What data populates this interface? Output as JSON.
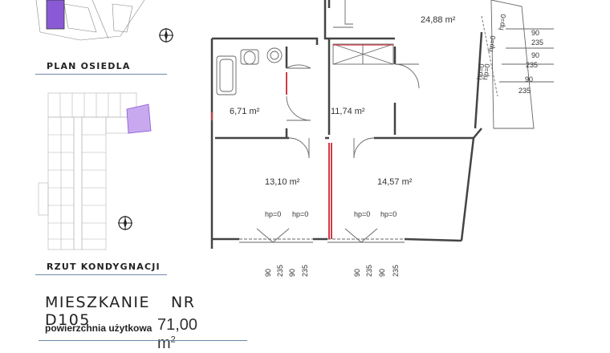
{
  "legend": {
    "estate_plan_label": "PLAN OSIEDLA",
    "floor_plan_label": "RZUT KONDYGNACJI"
  },
  "apartment": {
    "label": "MIESZKANIE",
    "number": "NR D105",
    "area_label": "powierzchnia użytkowa",
    "area_value": "71,00 m",
    "area_unit_sup": "2"
  },
  "rooms": [
    {
      "id": "living",
      "area": "24,88 m²"
    },
    {
      "id": "bath",
      "area": "6,71 m²"
    },
    {
      "id": "hall",
      "area": "11,74 m²"
    },
    {
      "id": "bed1",
      "area": "13,10 m²"
    },
    {
      "id": "bed2",
      "area": "14,57 m²"
    }
  ],
  "window_notes": {
    "hp": "hp=0",
    "d90": "90",
    "d235": "235"
  },
  "colors": {
    "highlight": "#8a5ad6",
    "highlight_light": "#c8a8ee",
    "wall": "#444444",
    "red_marker": "#d23a48"
  }
}
